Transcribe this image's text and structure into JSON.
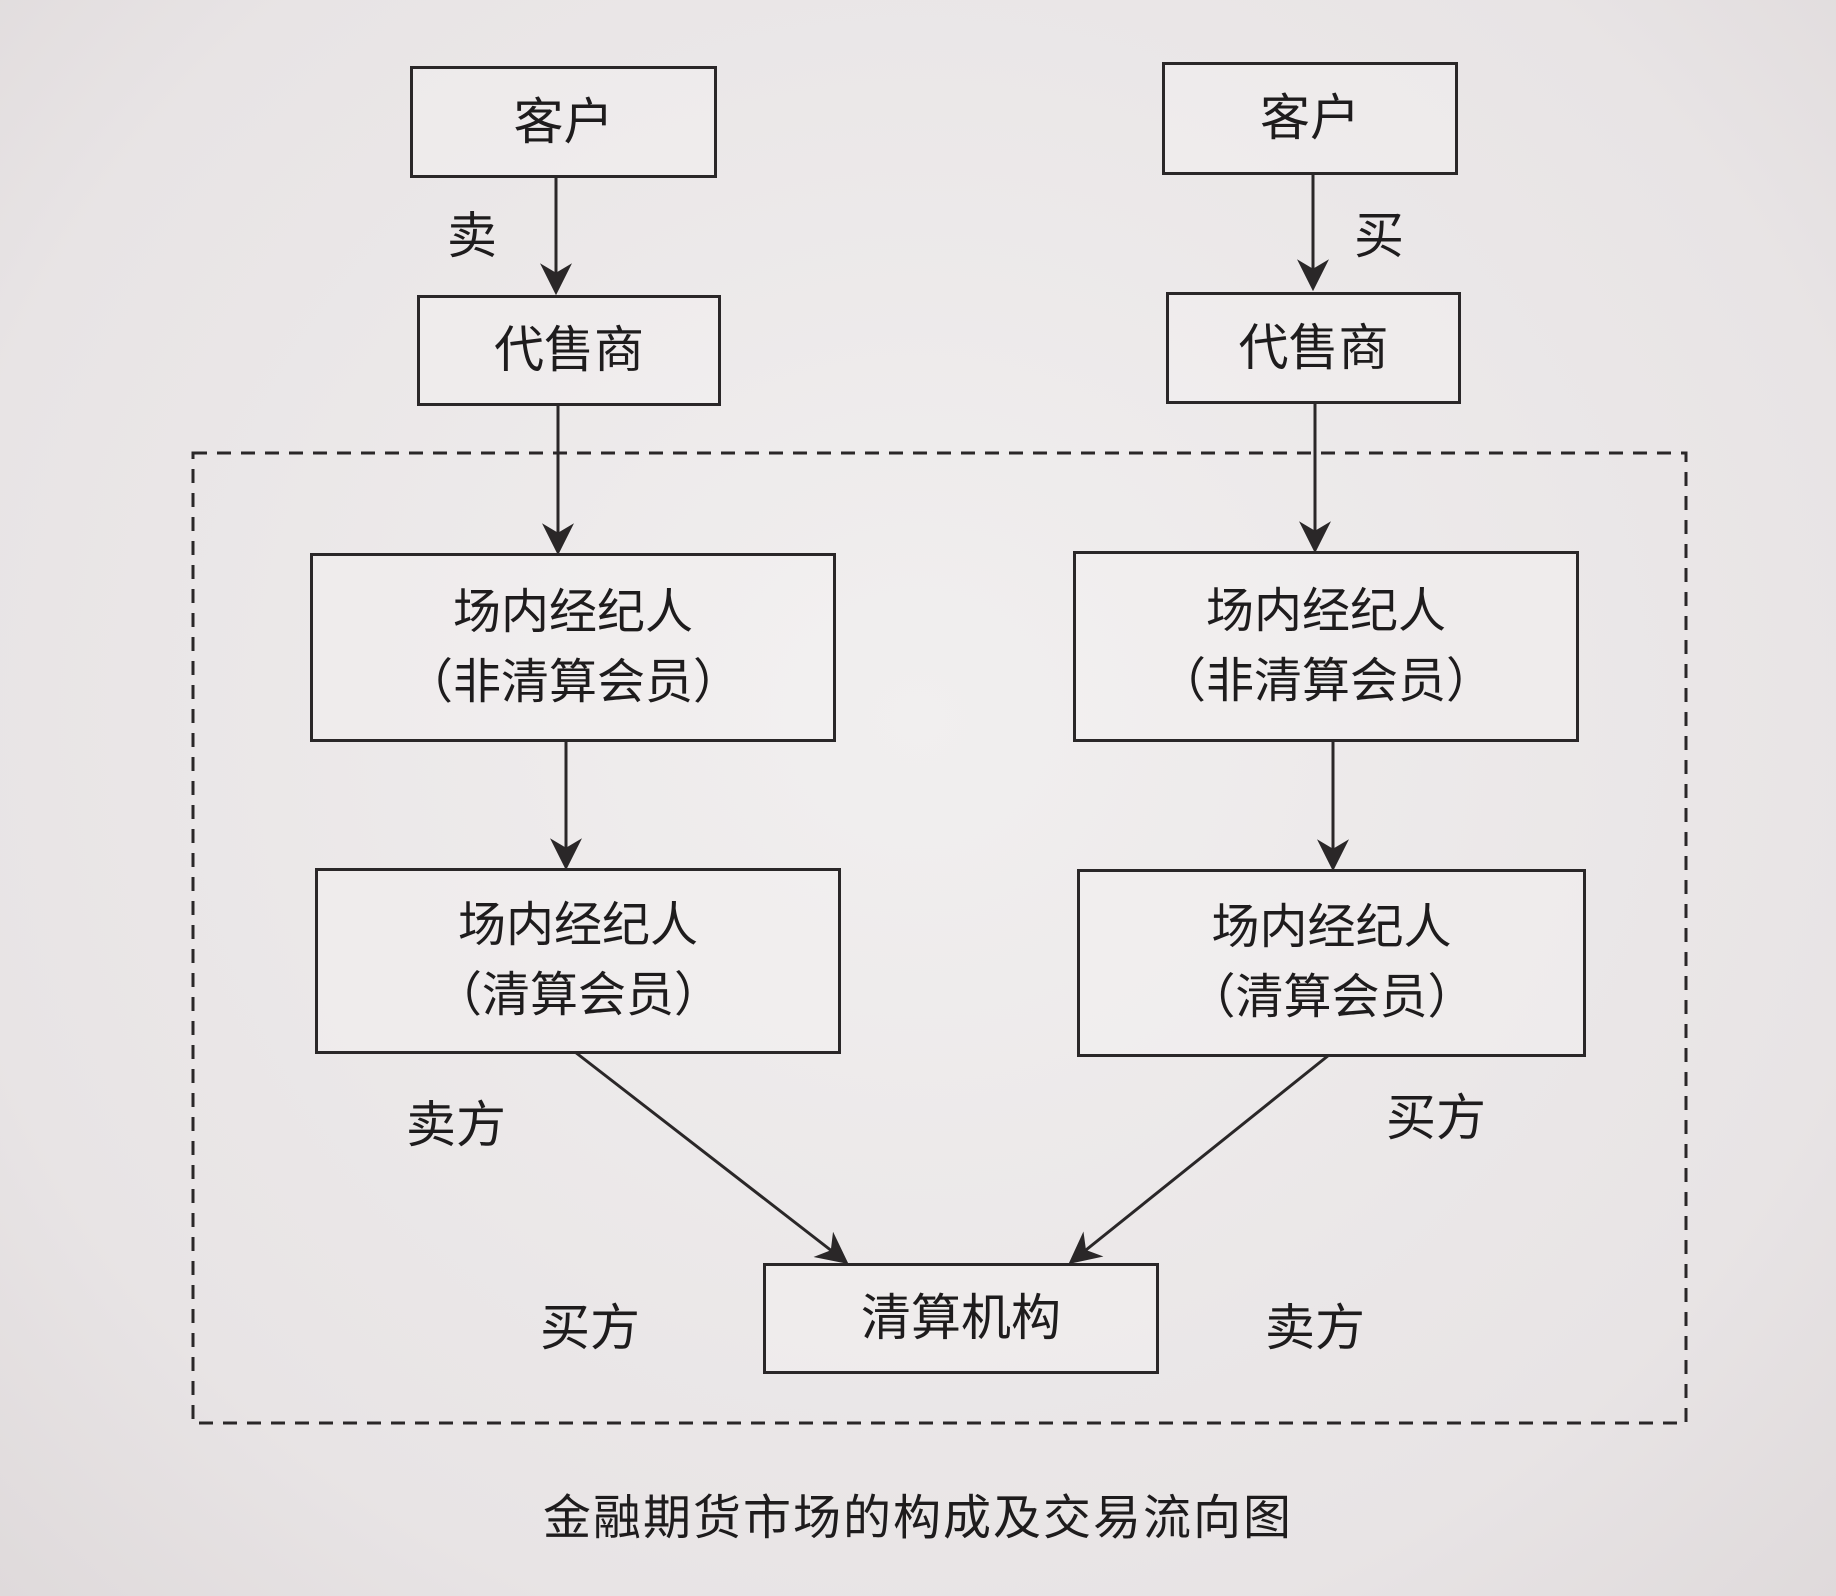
{
  "nodes": {
    "client_left": "客户",
    "client_right": "客户",
    "agent_left": "代售商",
    "agent_right": "代售商",
    "floor_broker_nonclearing_left": {
      "line1": "场内经纪人",
      "line2": "（非清算会员）"
    },
    "floor_broker_nonclearing_right": {
      "line1": "场内经纪人",
      "line2": "（非清算会员）"
    },
    "floor_broker_clearing_left": {
      "line1": "场内经纪人",
      "line2": "（清算会员）"
    },
    "floor_broker_clearing_right": {
      "line1": "场内经纪人",
      "line2": "（清算会员）"
    },
    "clearing_house": "清算机构"
  },
  "edge_labels": {
    "sell": "卖",
    "buy": "买",
    "seller_left": "卖方",
    "buyer_right": "买方",
    "buyer_bottom_left": "买方",
    "seller_bottom_right": "卖方"
  },
  "caption": "金融期货市场的构成及交易流向图"
}
